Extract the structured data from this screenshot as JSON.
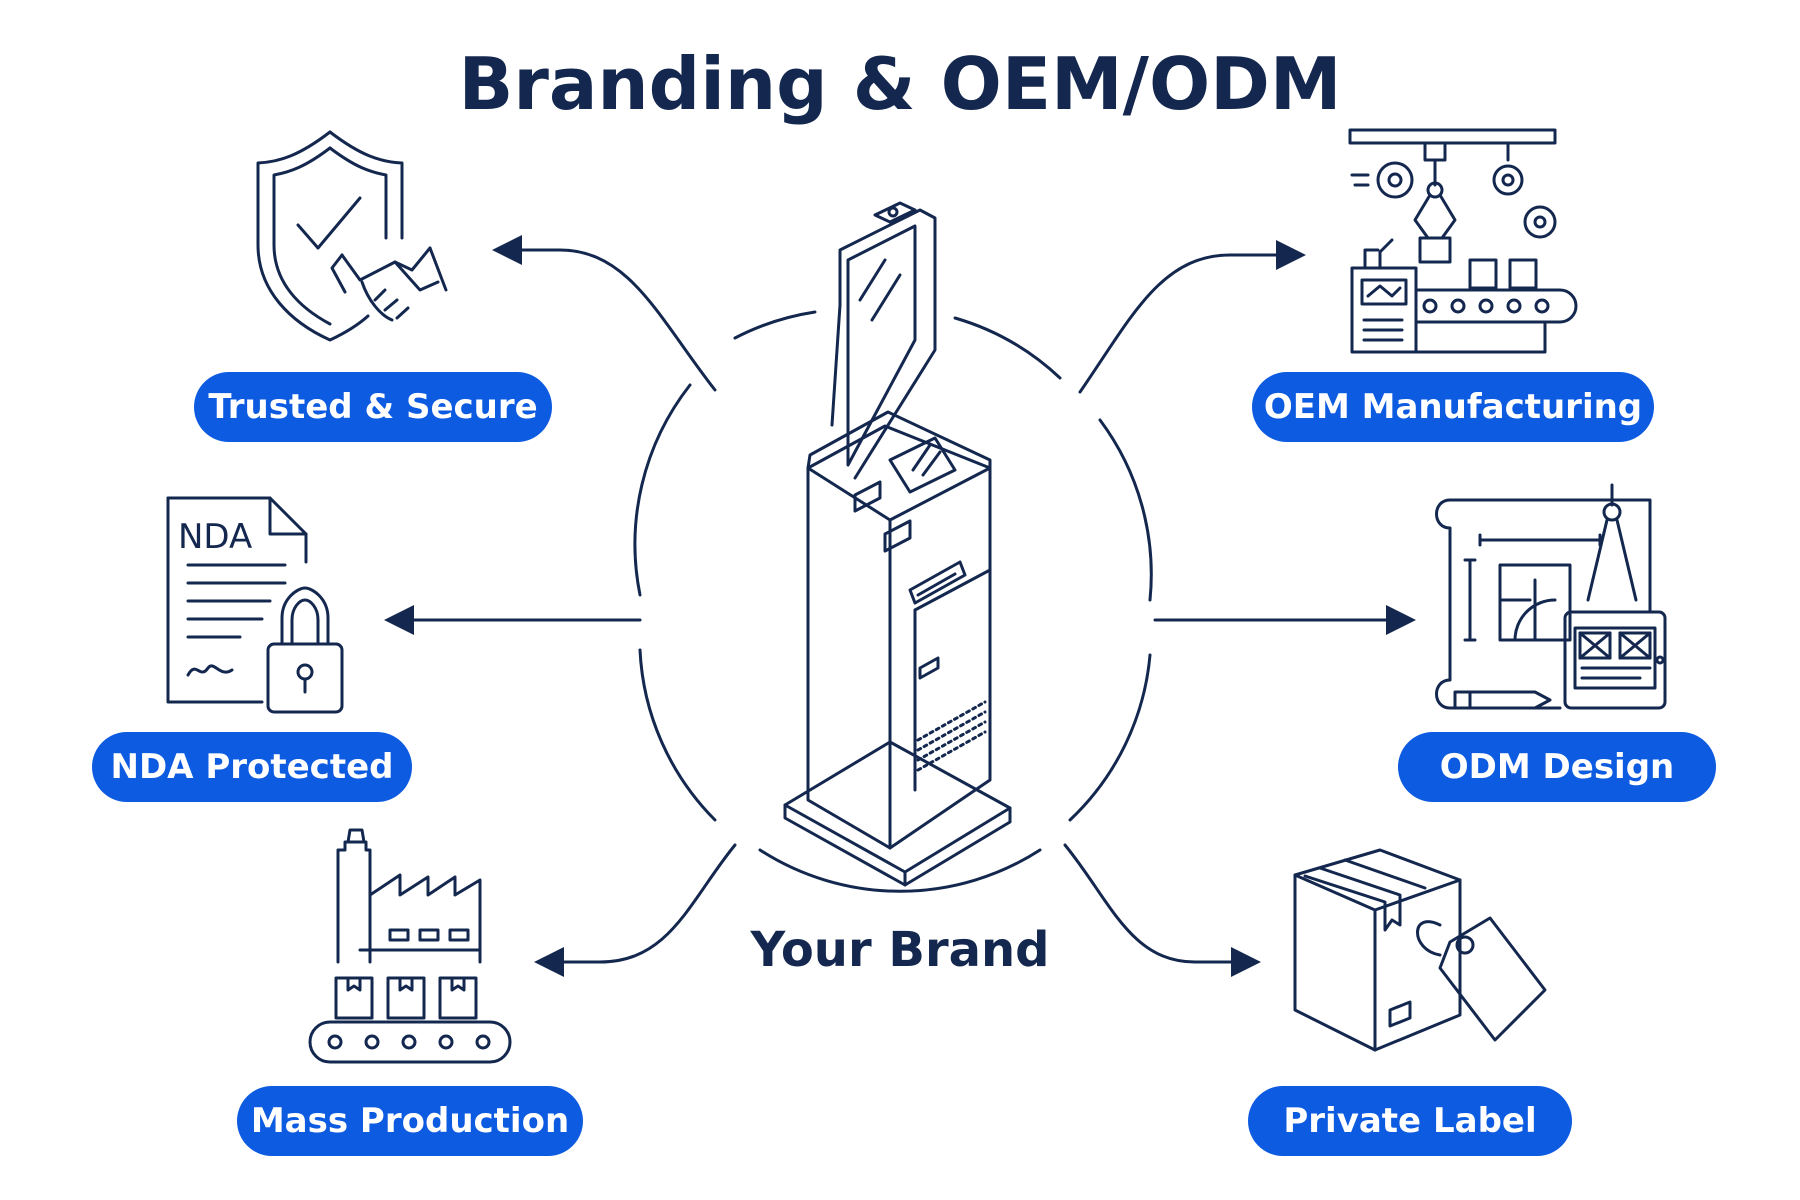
{
  "title": "Branding & OEM/ODM",
  "center": {
    "label": "Your Brand"
  },
  "features": [
    {
      "label": "Trusted & Secure",
      "icon": "shield-handshake-icon"
    },
    {
      "label": "NDA Protected",
      "icon": "nda-lock-icon"
    },
    {
      "label": "Mass Production",
      "icon": "factory-conveyor-icon"
    },
    {
      "label": "OEM Manufacturing",
      "icon": "robot-arm-assembly-icon"
    },
    {
      "label": "ODM Design",
      "icon": "blueprint-compass-icon"
    },
    {
      "label": "Private Label",
      "icon": "box-tag-icon"
    }
  ],
  "nda_icon_text": "NDA",
  "colors": {
    "accent": "#0d5be1",
    "ink": "#14284f",
    "pill_text": "#ffffff"
  }
}
